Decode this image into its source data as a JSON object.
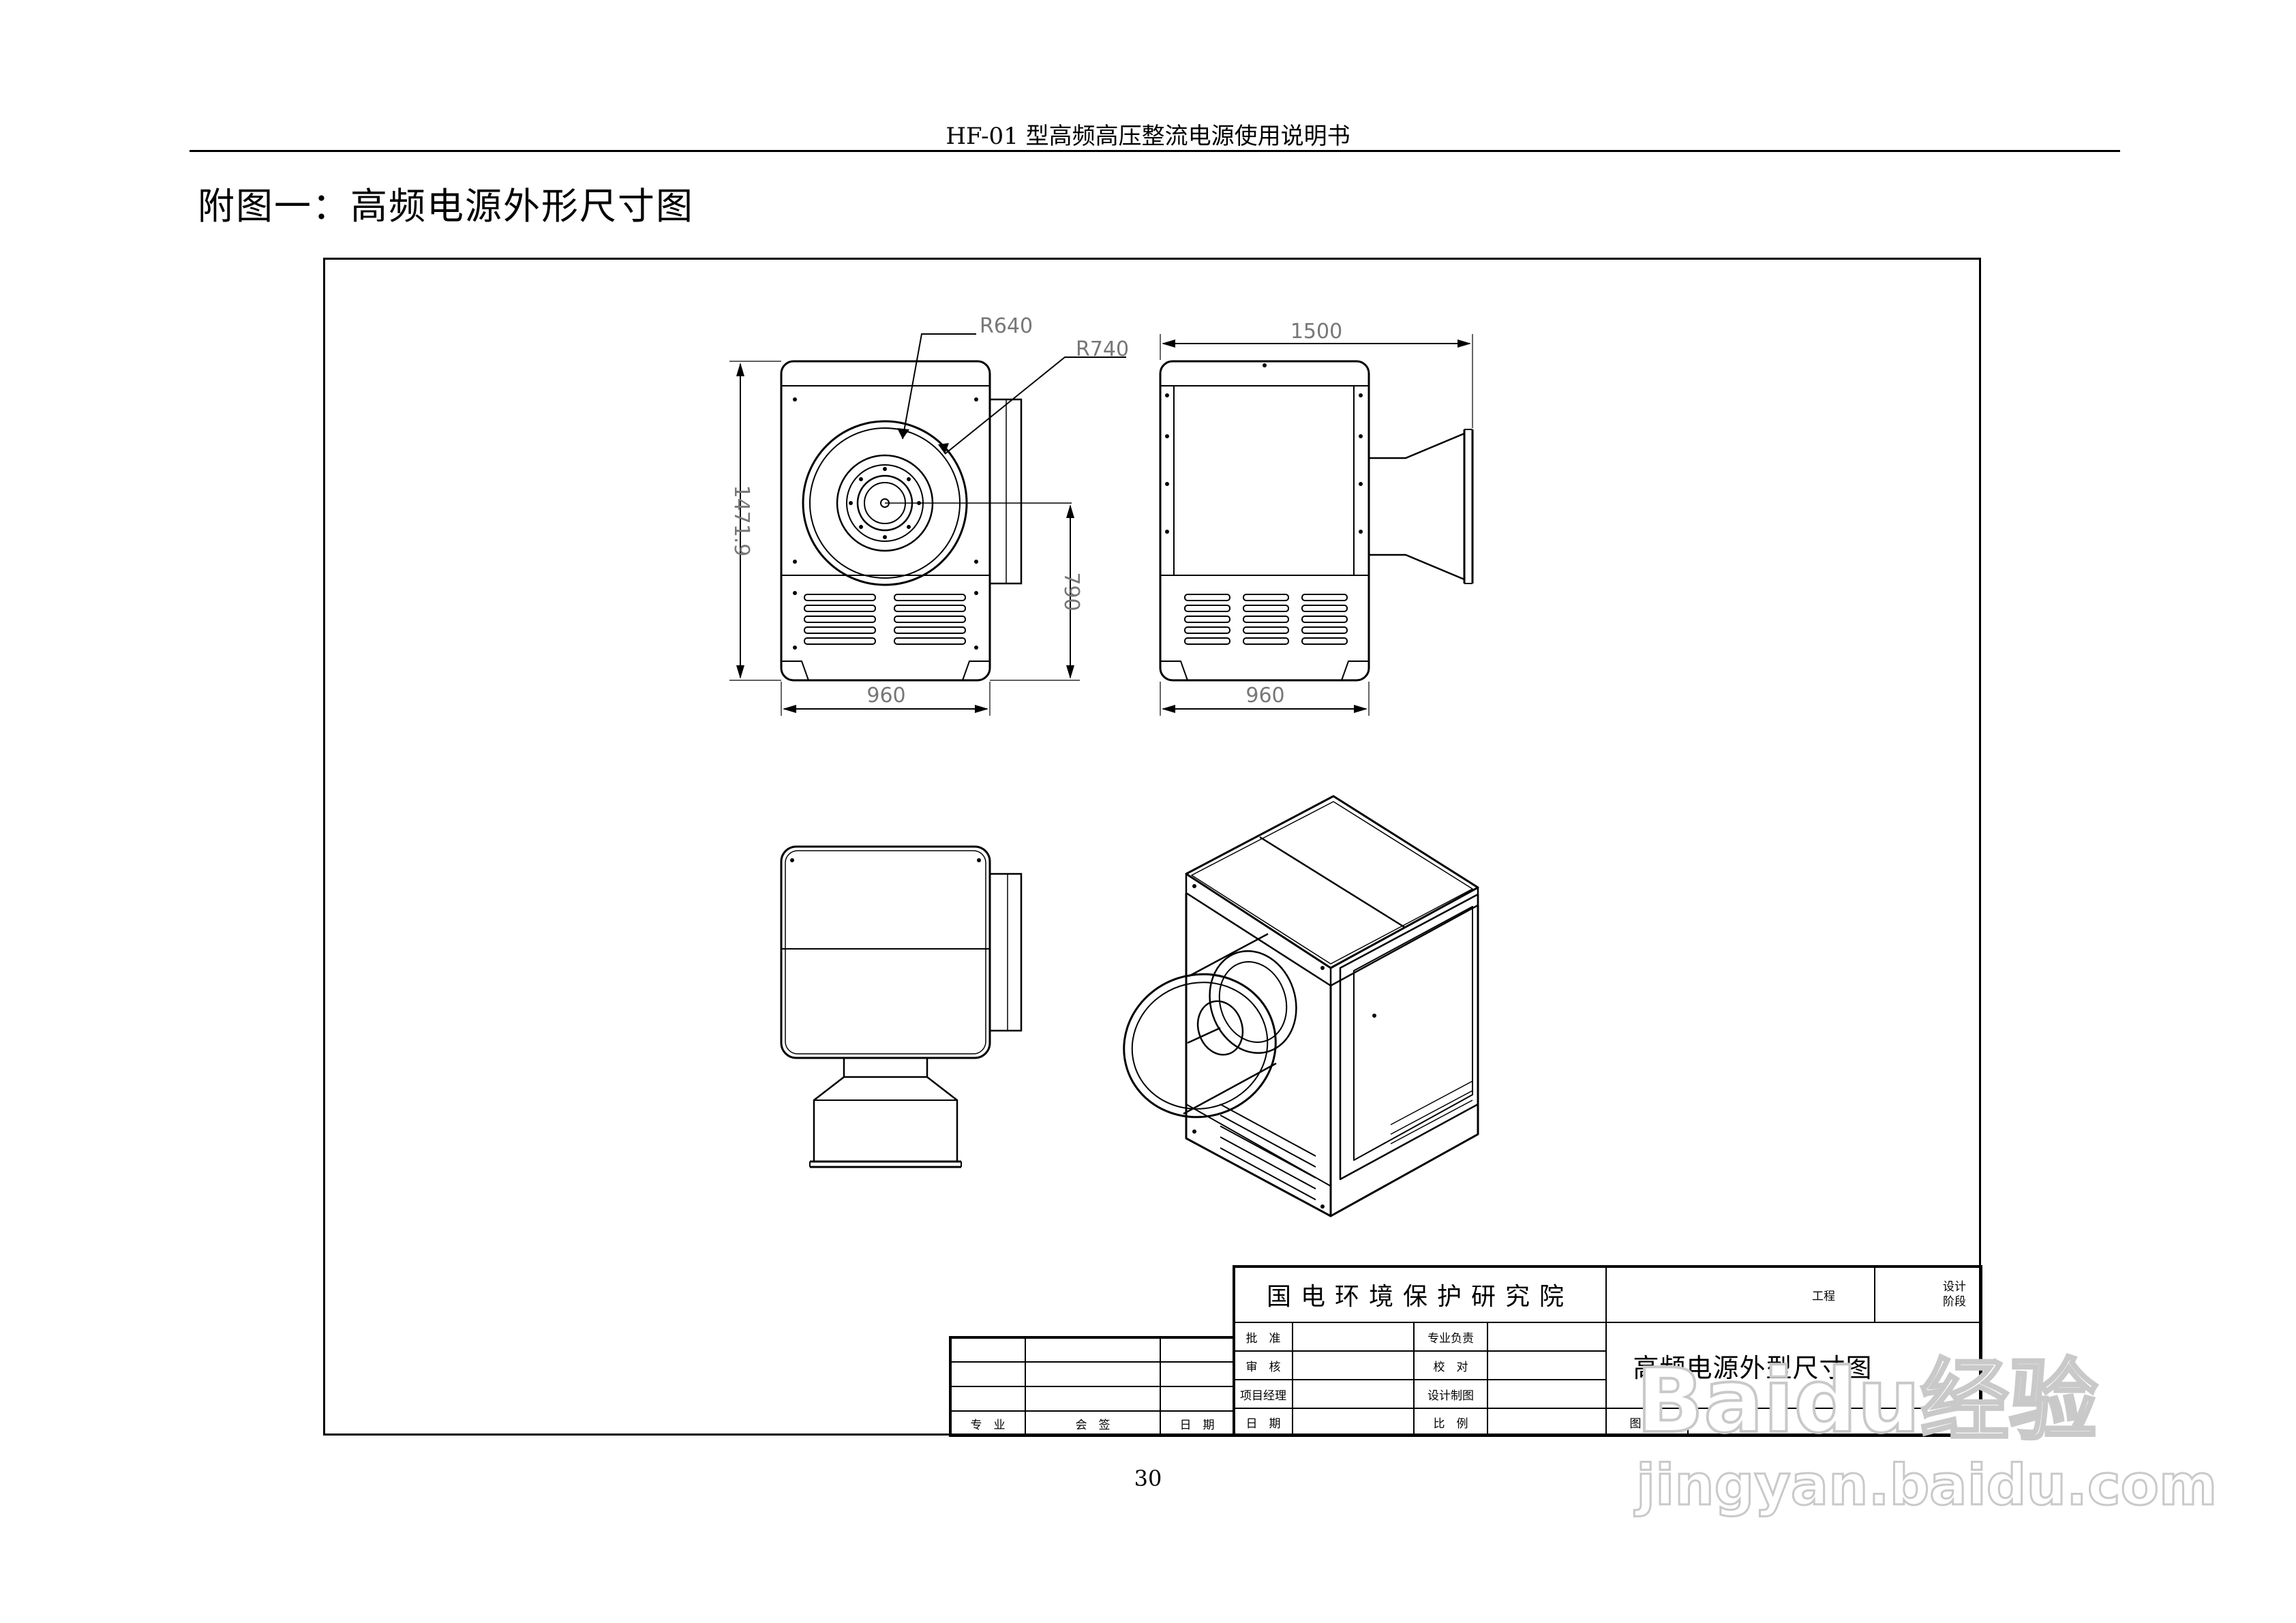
{
  "header": {
    "title": "HF-01 型高频高压整流电源使用说明书"
  },
  "appendix_title": "附图一：高频电源外形尺寸图",
  "dimensions": {
    "r_inner": "R640",
    "r_outer": "R740",
    "depth": "1500",
    "height": "1471.9",
    "axis_height": "790",
    "width_front": "960",
    "width_side": "960"
  },
  "title_block": {
    "organization": "国电环境保护研究院",
    "project_label": "工程",
    "design_stage_label": "设计\n阶段",
    "approve_label": "批　准",
    "review_label": "审　核",
    "pm_label": "项目经理",
    "date_label": "日　期",
    "lead_label": "专业负责",
    "check_label": "校　对",
    "design_label": "设计制图",
    "scale_label": "比　例",
    "drawing_name": "高频电源外型尺寸图",
    "drawing_no_label": "图　号",
    "countersign": {
      "discipline_label": "专　业",
      "sign_label": "会　签",
      "date_label": "日　期"
    }
  },
  "page_number": "30",
  "watermark": {
    "brand": "Baidu经验",
    "url": "jingyan.baidu.com"
  }
}
